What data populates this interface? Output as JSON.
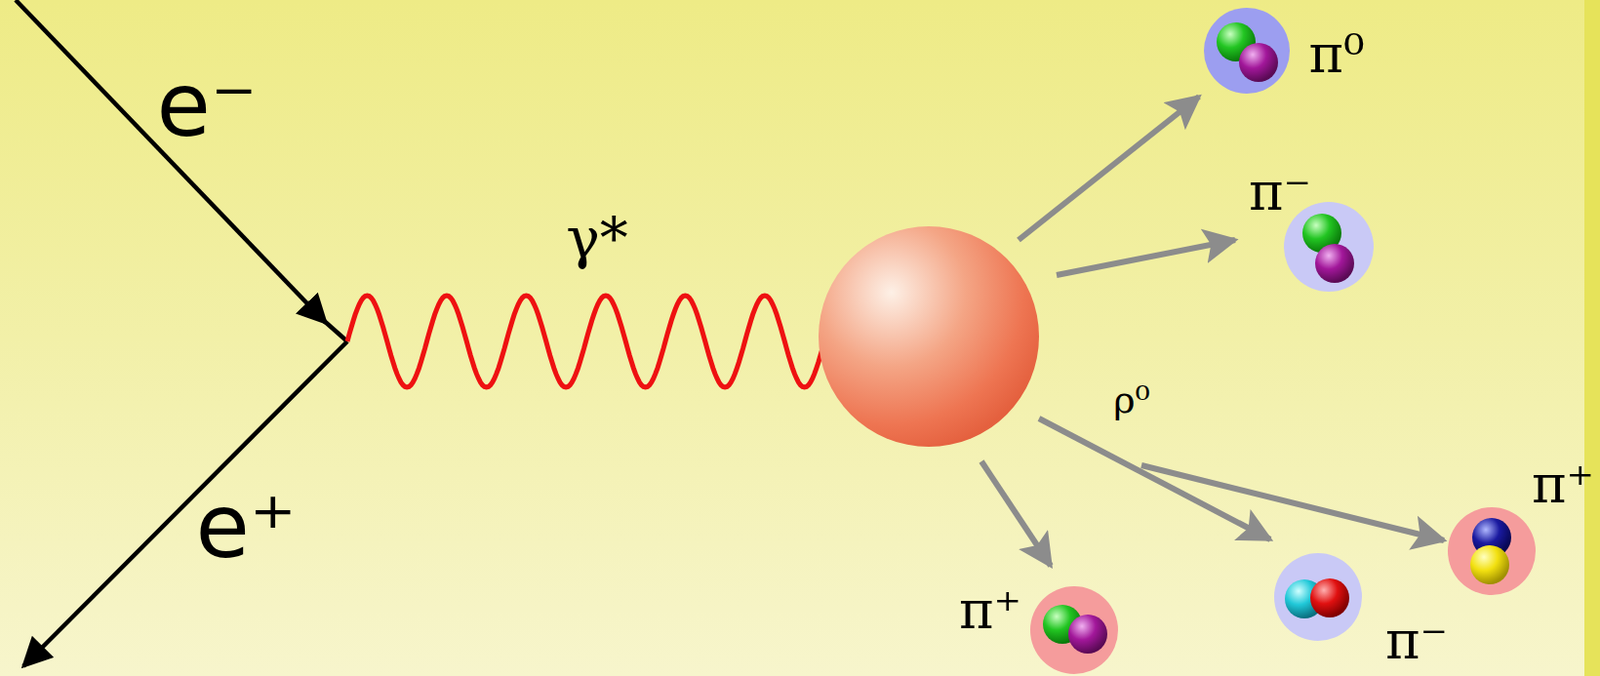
{
  "diagram": {
    "nodes": [
      {
        "text": [
          "π⁰"
        ]
      },
      {
        "text": [
          "π⁻"
        ]
      },
      {
        "text": [
          "π⁺"
        ]
      },
      {
        "text": [
          "π⁻"
        ]
      },
      {
        "text": [
          "π⁺"
        ]
      }
    ],
    "labels": [
      "e⁻",
      "γ*",
      "e⁺",
      "ρ⁰"
    ]
  }
}
